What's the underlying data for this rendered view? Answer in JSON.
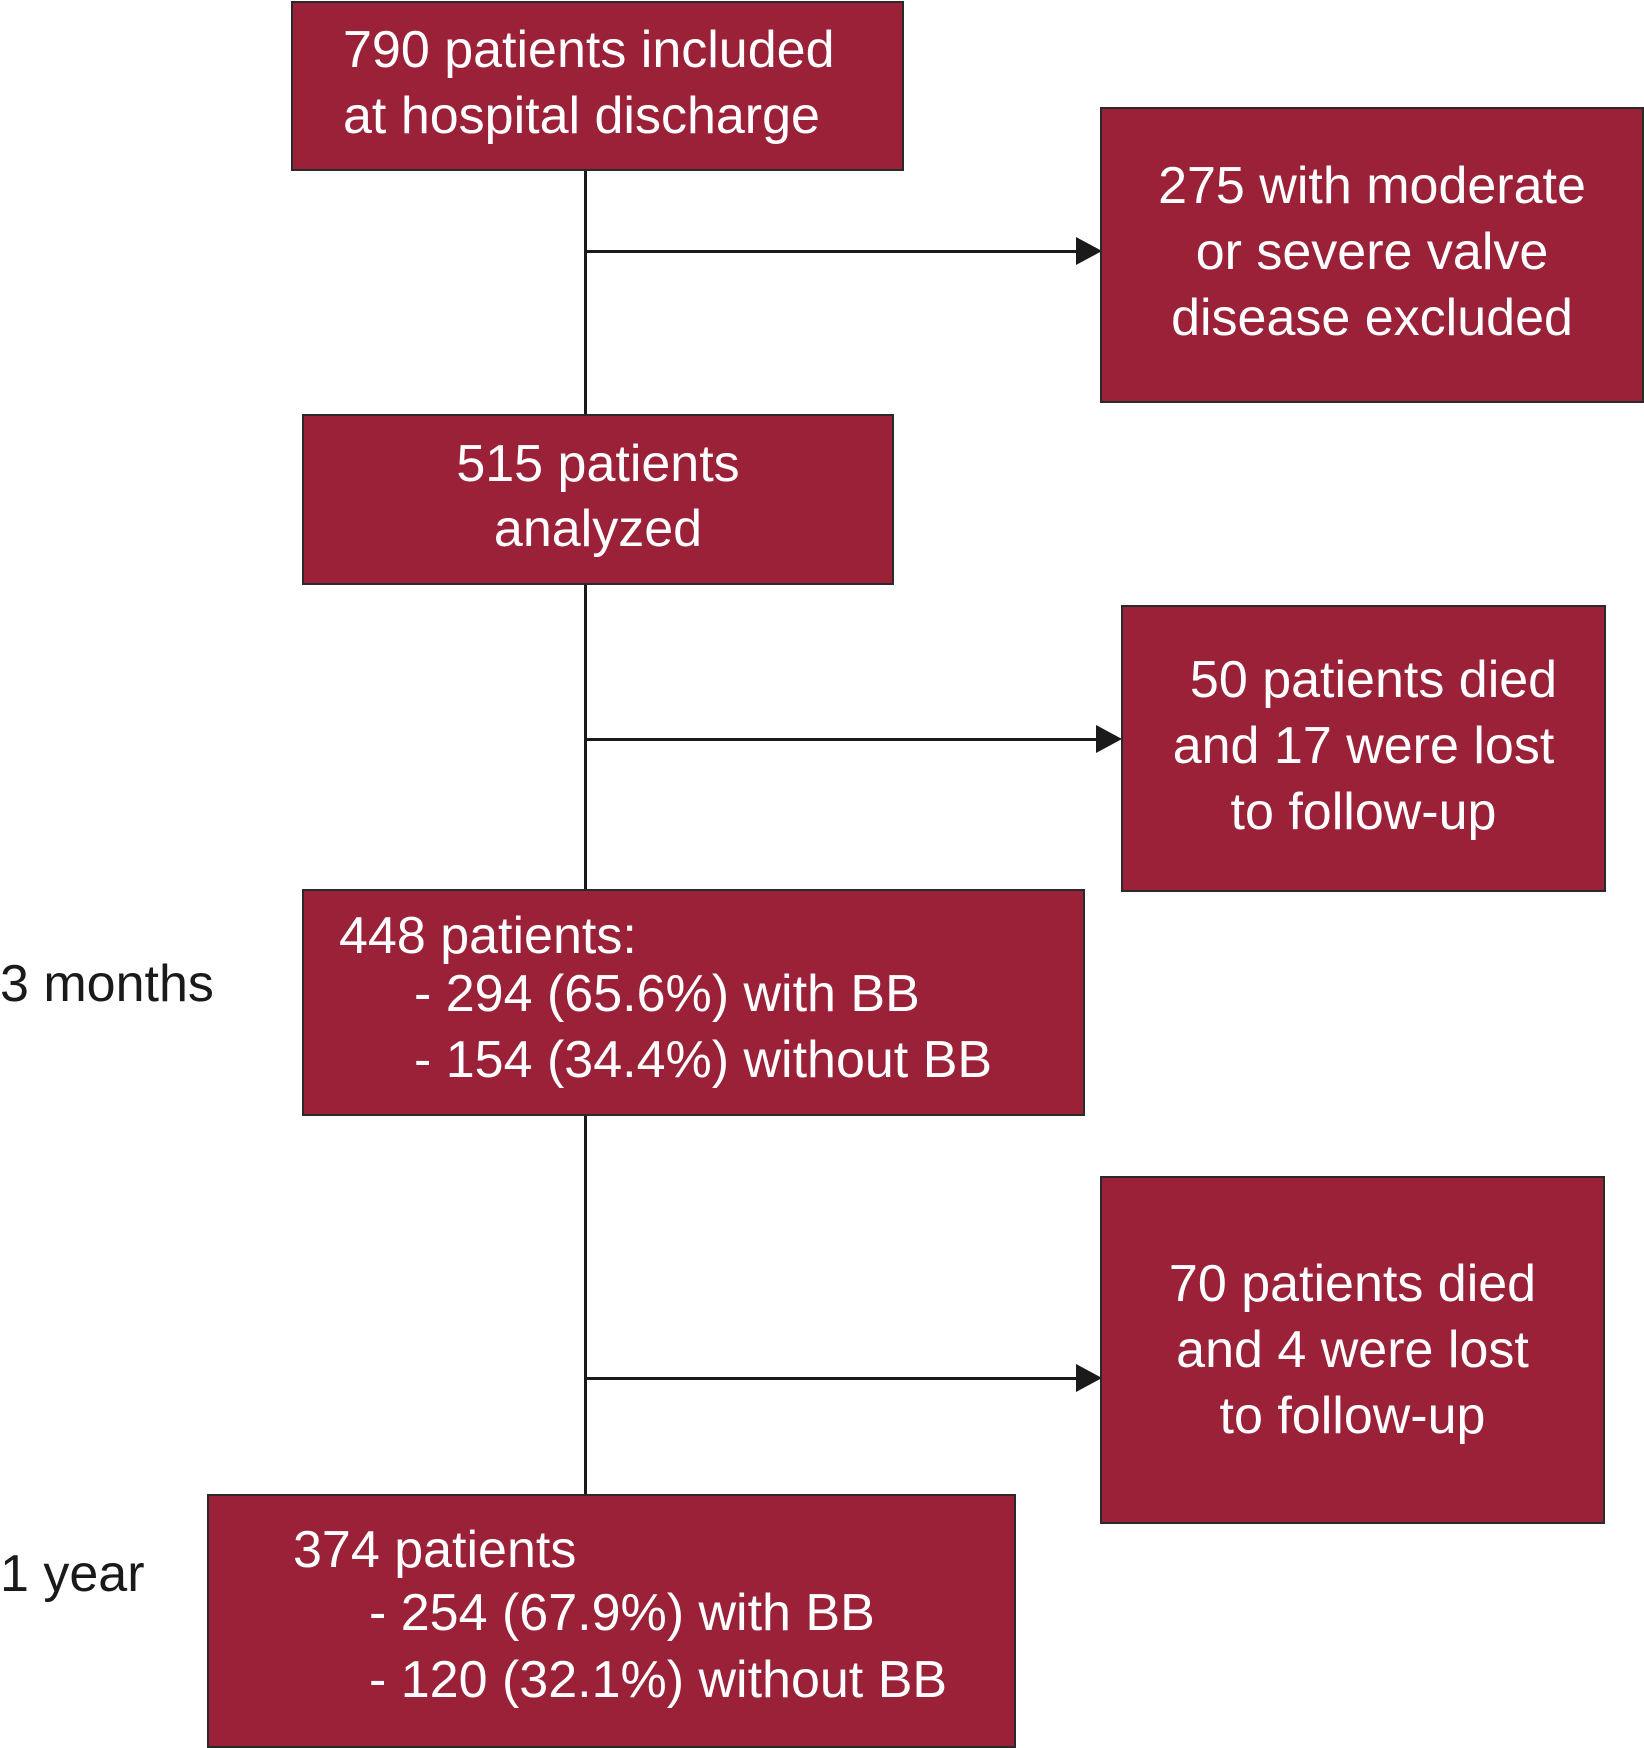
{
  "colors": {
    "box_fill": "#9b2138",
    "box_border": "#2a2a2a",
    "text": "#ffffff",
    "connector": "#1a1a1a"
  },
  "boxes": {
    "included": {
      "line1": "790 patients included",
      "line2": "at hospital discharge"
    },
    "excluded": {
      "line1": "275 with moderate",
      "line2": "or severe valve",
      "line3": "disease excluded"
    },
    "analyzed": {
      "line1": "515 patients",
      "line2": "analyzed"
    },
    "loss_3m": {
      "line1": "50 patients died",
      "line2": "and 17 were lost",
      "line3": "to follow-up"
    },
    "three_months": {
      "line1": "448 patients:",
      "line2": "- 294 (65.6%) with BB",
      "line3": "- 154 (34.4%) without BB"
    },
    "loss_1y": {
      "line1": "70 patients died",
      "line2": "and 4 were lost",
      "line3": "to follow-up"
    },
    "one_year": {
      "line1": "374 patients",
      "line2": "- 254 (67.9%) with BB",
      "line3": "- 120 (32.1%) without BB"
    }
  },
  "side_labels": {
    "three_months": "3 months",
    "one_year": "1 year"
  }
}
